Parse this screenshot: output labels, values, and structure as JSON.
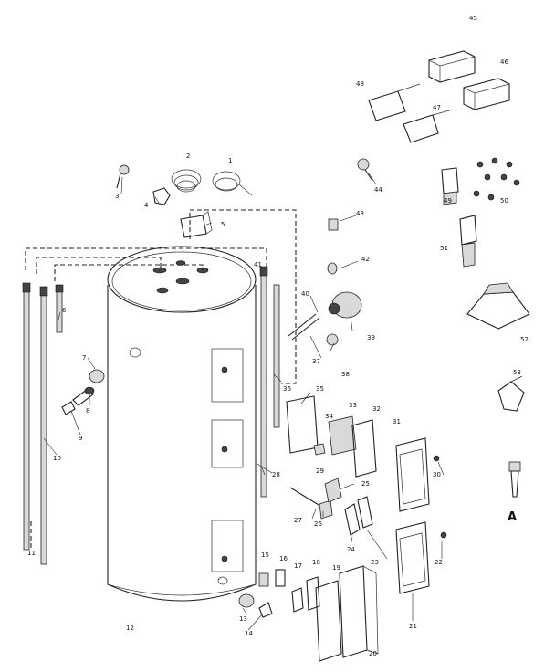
{
  "diagram": {
    "callouts": {
      "n1": "1",
      "n2": "2",
      "n3": "3",
      "n4": "4",
      "n5": "5",
      "n6": "6",
      "n7": "7",
      "n8": "8",
      "n9": "9",
      "n10": "10",
      "n11": "11",
      "n12": "12",
      "n13": "13",
      "n14": "14",
      "n15": "15",
      "n16": "16",
      "n17": "17",
      "n18": "18",
      "n19": "19",
      "n20": "20",
      "n21": "21",
      "n22": "22",
      "n23": "23",
      "n24": "24",
      "n25": "25",
      "n26": "26",
      "n27": "27",
      "n28": "28",
      "n29": "29",
      "n30": "30",
      "n31": "31",
      "n32": "32",
      "n33": "33",
      "n34": "34",
      "n35": "35",
      "n36": "36",
      "n37": "37",
      "n38": "38",
      "n39": "39",
      "n40": "40",
      "n41": "41",
      "n42": "42",
      "n43": "43",
      "n44": "44",
      "n45": "45",
      "n46": "46",
      "n47": "47",
      "n48": "48",
      "n49": "49",
      "n50": "50",
      "n51": "51",
      "n52": "52",
      "n53": "53"
    },
    "detail_label": "A"
  }
}
